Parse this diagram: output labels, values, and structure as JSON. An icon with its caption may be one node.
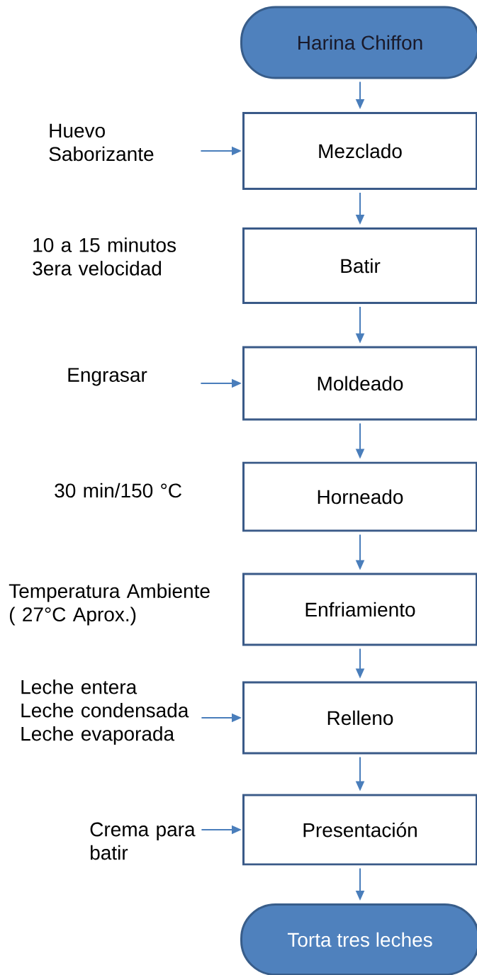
{
  "diagram": {
    "nodes": [
      {
        "text": [
          "Harina Chiffon"
        ]
      },
      {
        "text": [
          "Huevo",
          "Saborizante"
        ]
      },
      {
        "text": [
          "Mezclado"
        ]
      },
      {
        "text": [
          "Batir"
        ],
        "beside": [
          "10 a 15 minutos 3era velocidad"
        ]
      },
      {
        "text": [
          "Engrasar"
        ]
      },
      {
        "text": [
          "Moldeado"
        ]
      },
      {
        "text": [
          "Horneado"
        ],
        "beside": [
          "30 min/150 °C"
        ]
      },
      {
        "text": [
          "Enfriamiento"
        ],
        "beside": [
          "Temperatura Ambiente ( 27°C Aprox.)"
        ]
      },
      {
        "text": [
          "Leche entera",
          "Leche condensada",
          "Leche evaporada"
        ]
      },
      {
        "text": [
          "Relleno"
        ]
      },
      {
        "text": [
          "Crema para batir"
        ]
      },
      {
        "text": [
          "Presentación"
        ]
      },
      {
        "text": [
          "Torta tres leches"
        ]
      }
    ],
    "edges": [
      {
        "from": 0,
        "to": 2,
        "arrow": "to"
      },
      {
        "from": 1,
        "to": 2,
        "arrow": "to"
      },
      {
        "from": 2,
        "to": 3,
        "arrow": "to"
      },
      {
        "from": 3,
        "to": 5,
        "arrow": "to"
      },
      {
        "from": 4,
        "to": 5,
        "arrow": "to"
      },
      {
        "from": 5,
        "to": 6,
        "arrow": "to"
      },
      {
        "from": 6,
        "to": 7,
        "arrow": "to"
      },
      {
        "from": 7,
        "to": 9,
        "arrow": "to"
      },
      {
        "from": 8,
        "to": 9,
        "arrow": "to"
      },
      {
        "from": 9,
        "to": 11,
        "arrow": "to"
      },
      {
        "from": 10,
        "to": 11,
        "arrow": "to"
      },
      {
        "from": 11,
        "to": 12,
        "arrow": "to"
      }
    ]
  }
}
